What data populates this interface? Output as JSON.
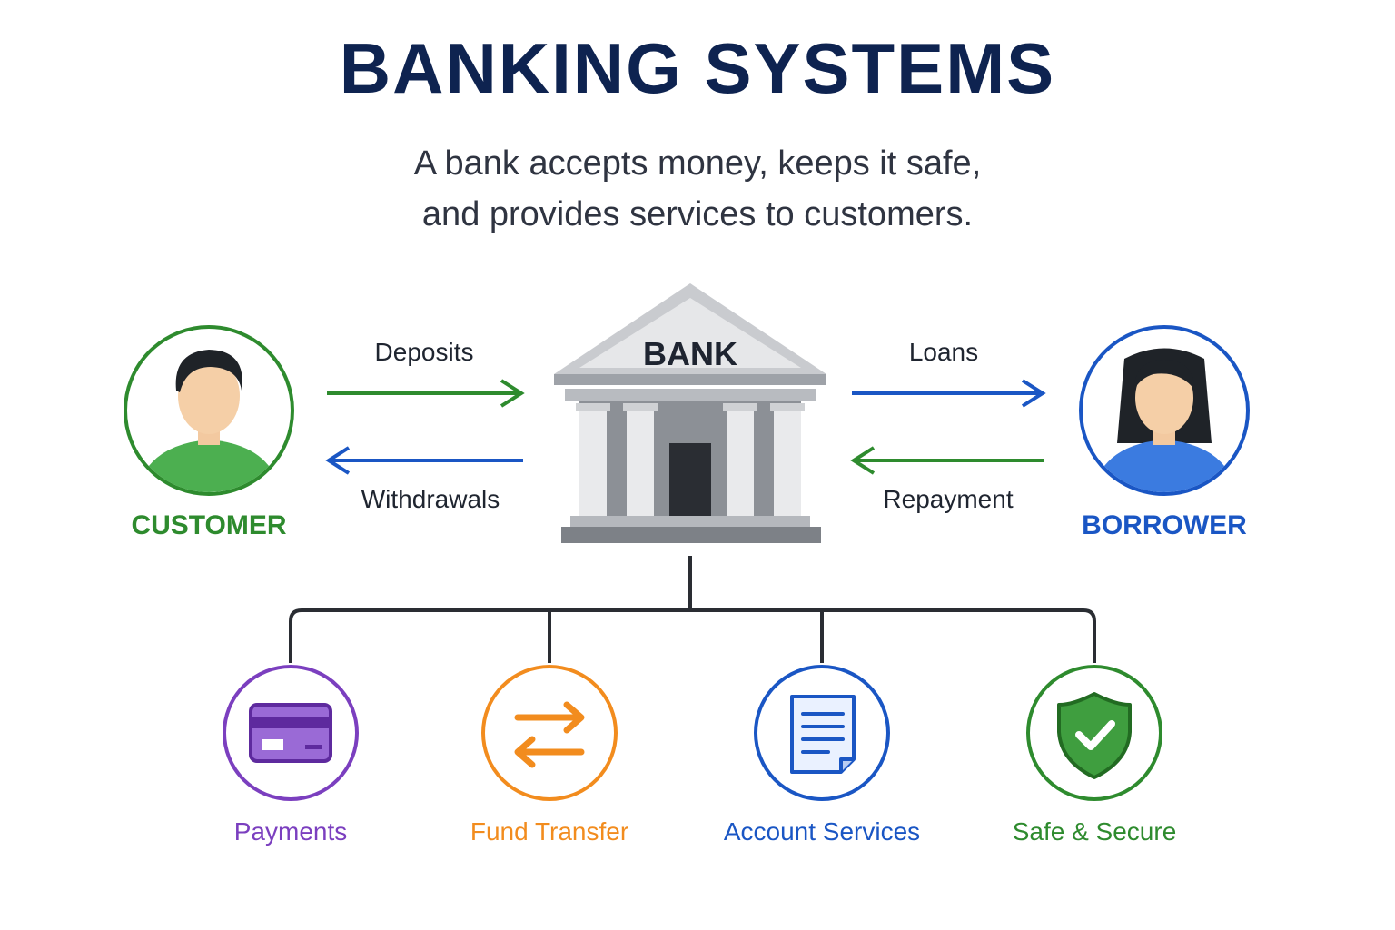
{
  "header": {
    "title": "BANKING SYSTEMS",
    "subtitle_line1": "A bank accepts money, keeps it safe,",
    "subtitle_line2": "and provides services to customers."
  },
  "bank": {
    "label": "BANK"
  },
  "customer": {
    "label": "CUSTOMER",
    "color": "#2e8b2e"
  },
  "borrower": {
    "label": "BORROWER",
    "color": "#1a56c4"
  },
  "flows": {
    "deposits": "Deposits",
    "withdrawals": "Withdrawals",
    "loans": "Loans",
    "repayment": "Repayment"
  },
  "services": [
    {
      "label": "Payments",
      "icon": "credit-card-icon",
      "color": "#7b3fbf"
    },
    {
      "label": "Fund Transfer",
      "icon": "transfer-arrows-icon",
      "color": "#f28c1e"
    },
    {
      "label": "Account Services",
      "icon": "document-icon",
      "color": "#1a56c4"
    },
    {
      "label": "Safe & Secure",
      "icon": "shield-check-icon",
      "color": "#2e8b2e"
    }
  ]
}
